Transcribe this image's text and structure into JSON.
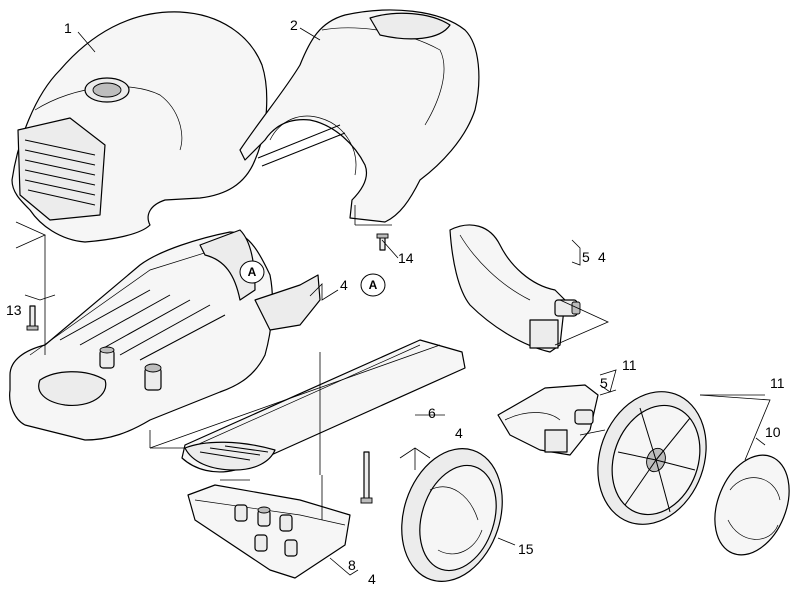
{
  "callouts": {
    "c1": "1",
    "c2": "2",
    "c4a": "4",
    "c4b": "4",
    "c4c": "4",
    "c4d": "4",
    "c5a": "5",
    "c5b": "5",
    "c6": "6",
    "c8": "8",
    "c10": "10",
    "c11a": "11",
    "c11b": "11",
    "c13": "13",
    "c14": "14",
    "c15": "15"
  },
  "markers": {
    "a1": "A",
    "a2": "A"
  }
}
